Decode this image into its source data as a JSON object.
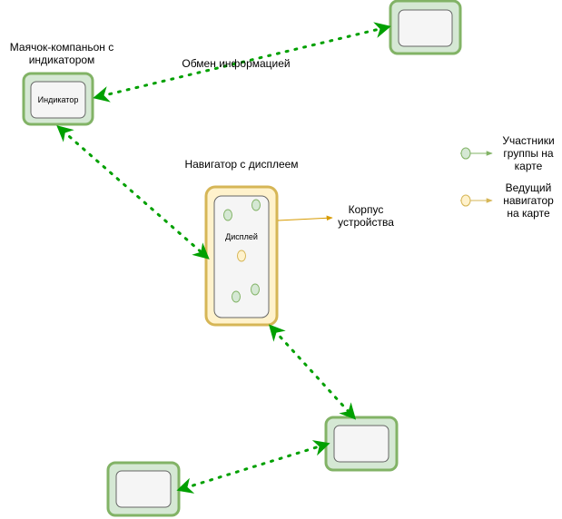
{
  "labels": {
    "beacon_title": "Маячок-компаньон с индикатором",
    "indicator": "Индикатор",
    "exchange": "Обмен информацией",
    "navigator_title": "Навигатор с дисплеем",
    "display": "Дисплей",
    "housing": "Корпус устройства"
  },
  "legend": {
    "members": "Участники группы на карте",
    "leader": "Ведущий навигатор на карте"
  },
  "colors": {
    "green_stroke": "#82b366",
    "green_fill": "#d5e8d4",
    "yellow_stroke": "#d6b656",
    "yellow_fill": "#fff2cc",
    "inner_fill": "#f5f5f5",
    "inner_stroke": "#666666",
    "link": "#00a000",
    "housing_arrow": "#d79b00"
  }
}
